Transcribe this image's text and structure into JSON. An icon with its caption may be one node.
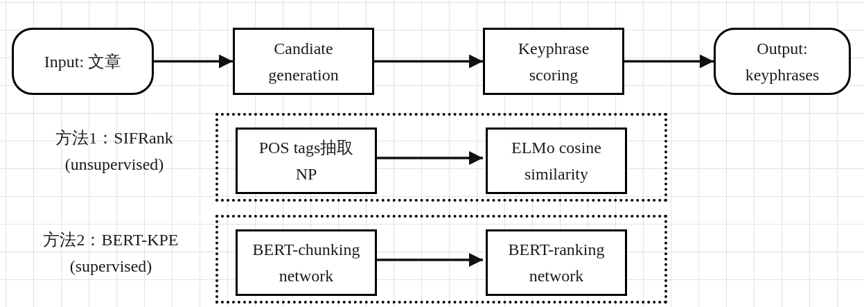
{
  "diagram": {
    "nodes": [
      {
        "text": [
          "Input: 文章"
        ]
      },
      {
        "text": [
          "Candiate generation"
        ]
      },
      {
        "text": [
          "Keyphrase scoring"
        ]
      },
      {
        "text": [
          "Output: keyphrases"
        ]
      },
      {
        "text": [],
        "shape": "box",
        "beside": [
          "方法1：SIFRank (unsupervised)"
        ]
      },
      {
        "text": [
          "POS tags抽取 NP"
        ],
        "in": 4
      },
      {
        "text": [
          "ELMo cosine similarity"
        ],
        "in": 4
      },
      {
        "text": [],
        "shape": "box",
        "beside": [
          "方法2：BERT-KPE (supervised)"
        ]
      },
      {
        "text": [
          "BERT-chunking network"
        ],
        "in": 7
      },
      {
        "text": [
          "BERT-ranking network"
        ],
        "in": 7
      }
    ],
    "edges": [
      {
        "from": 0,
        "to": 1,
        "arrow": "to"
      },
      {
        "from": 1,
        "to": 2,
        "arrow": "to"
      },
      {
        "from": 2,
        "to": 3,
        "arrow": "to"
      },
      {
        "from": 5,
        "to": 6,
        "arrow": "to"
      },
      {
        "from": 8,
        "to": 9,
        "arrow": "to"
      }
    ]
  }
}
